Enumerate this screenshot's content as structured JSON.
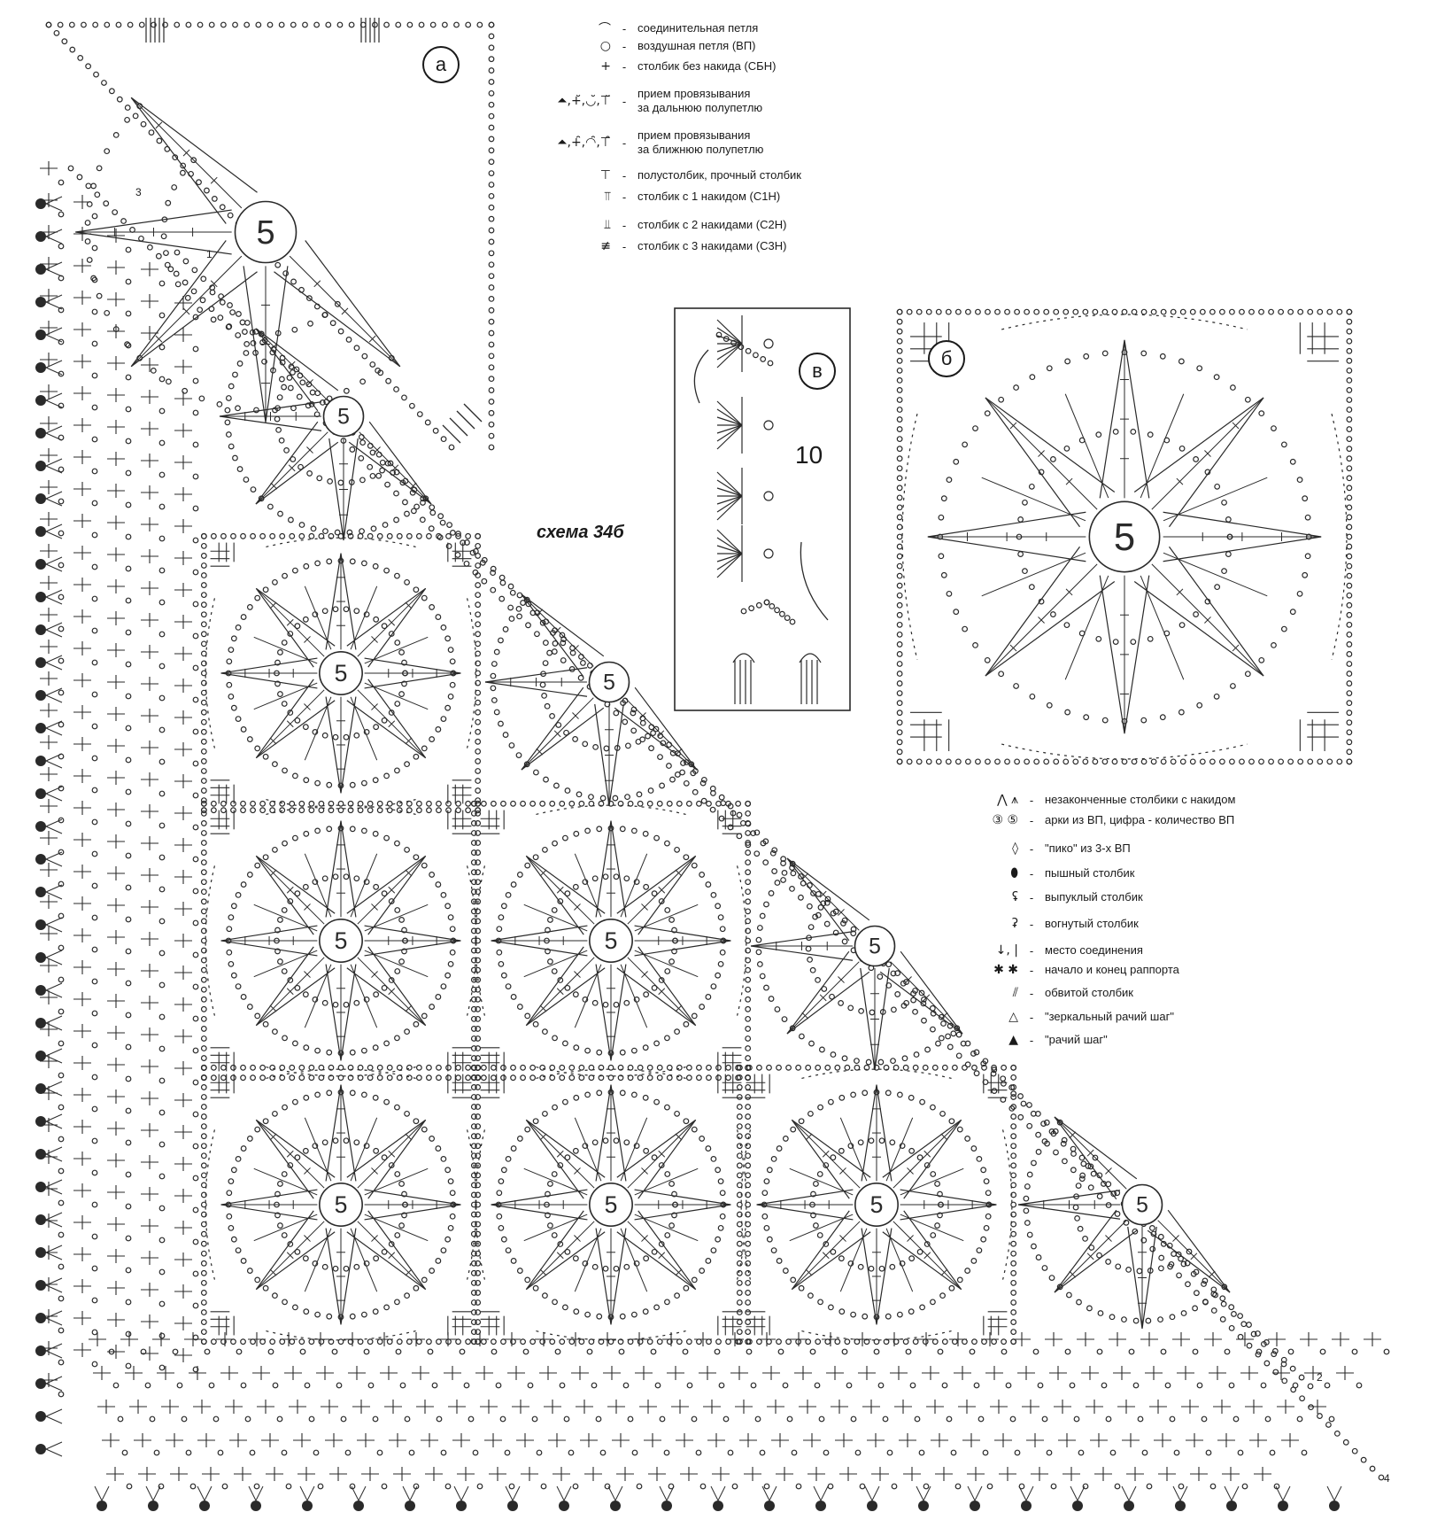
{
  "scheme_title": "схема 34б",
  "labels": {
    "a": "а",
    "b": "б",
    "v": "в"
  },
  "motif_center_number": "5",
  "panel_v_number": "10",
  "edge_numbers": {
    "n1": "1",
    "n2": "2",
    "n3": "3",
    "n4": "4"
  },
  "legend_top": [
    {
      "symbol": "⌒",
      "text": "соединительная петля"
    },
    {
      "symbol": "○",
      "text": "воздушная петля (ВП)"
    },
    {
      "symbol": "+",
      "text": "столбик без накида (СБН)"
    },
    {
      "symbol": "⏶,+̆,◡̆,⊤̆",
      "text": "прием провязывания\nза дальнюю полупетлю"
    },
    {
      "symbol": "⏶,+̑,◠̑,⊤̑",
      "text": "прием провязывания\nза ближнюю полупетлю"
    },
    {
      "symbol": "⊤",
      "text": "полустолбик, прочный столбик"
    },
    {
      "symbol": "⫪",
      "text": "столбик с 1 накидом (С1Н)"
    },
    {
      "symbol": "⫫",
      "text": "столбик с 2 накидами (С2Н)"
    },
    {
      "symbol": "≢",
      "text": "столбик с 3 накидами (С3Н)"
    }
  ],
  "legend_bottom": [
    {
      "symbol": "⋀ ⩚",
      "text": "незаконченные столбики с накидом"
    },
    {
      "symbol": "③ ⑤",
      "text": "арки из ВП, цифра - количество ВП"
    },
    {
      "symbol": "◊",
      "text": "\"пико\" из 3-х ВП"
    },
    {
      "symbol": "⬮",
      "text": "пышный столбик"
    },
    {
      "symbol": "ʢ",
      "text": "выпуклый столбик"
    },
    {
      "symbol": "ʡ",
      "text": "вогнутый столбик"
    },
    {
      "symbol": "↓, |",
      "text": "место соединения"
    },
    {
      "symbol": "✱ ✱",
      "text": "начало и конец раппорта"
    },
    {
      "symbol": "⫽",
      "text": "обвитой столбик"
    },
    {
      "symbol": "△",
      "text": "\"зеркальный рачий шаг\""
    },
    {
      "symbol": "▲",
      "text": "\"рачий шаг\""
    }
  ]
}
